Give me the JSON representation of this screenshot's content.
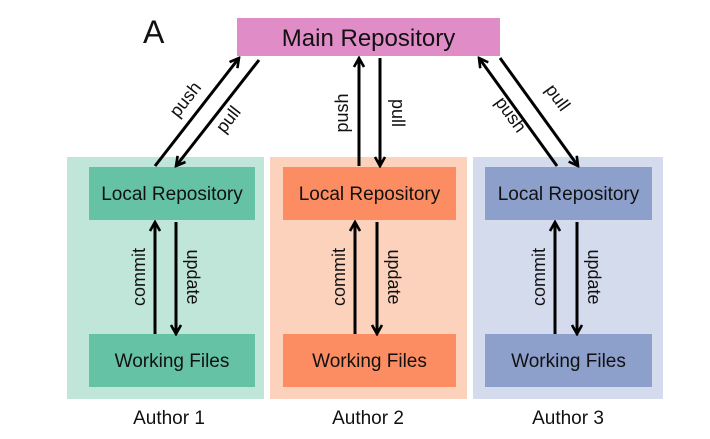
{
  "panel_letter": "A",
  "main_repository": {
    "label": "Main Repository",
    "color": "#e08cc6"
  },
  "arrow_labels": {
    "push": "push",
    "pull": "pull",
    "commit": "commit",
    "update": "update"
  },
  "authors": [
    {
      "name": "Author 1",
      "local_label": "Local Repository",
      "working_label": "Working Files",
      "panel_color": "#bfe6d8",
      "box_color": "#66c2a5"
    },
    {
      "name": "Author 2",
      "local_label": "Local Repository",
      "working_label": "Working Files",
      "panel_color": "#fdd2bc",
      "box_color": "#fc8d62"
    },
    {
      "name": "Author 3",
      "local_label": "Local Repository",
      "working_label": "Working Files",
      "panel_color": "#d4dbed",
      "box_color": "#8da0cb"
    }
  ]
}
